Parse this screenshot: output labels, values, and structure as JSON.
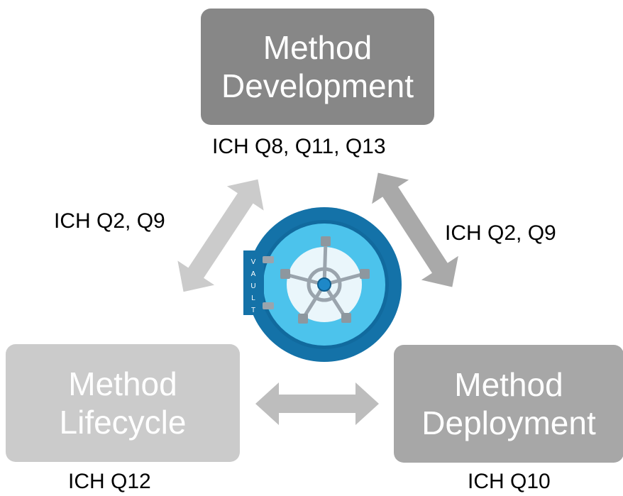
{
  "boxes": {
    "development": {
      "line1": "Method",
      "line2": "Development",
      "color": "#878787"
    },
    "lifecycle": {
      "line1": "Method",
      "line2": "Lifecycle",
      "color": "#cbcbcb"
    },
    "deployment": {
      "line1": "Method",
      "line2": "Deployment",
      "color": "#a7a7a7"
    }
  },
  "labels": {
    "development": "ICH Q8, Q11, Q13",
    "left_arrow": "ICH Q2, Q9",
    "right_arrow": "ICH Q2, Q9",
    "lifecycle": "ICH Q12",
    "deployment": "ICH Q10"
  },
  "vault": {
    "letters": [
      "V",
      "A",
      "U",
      "L",
      "T"
    ],
    "colors": {
      "outer": "#1472a8",
      "inner": "#53c8f0",
      "steel": "#9aa4ad"
    }
  },
  "arrow_color": "#cbcbcb"
}
